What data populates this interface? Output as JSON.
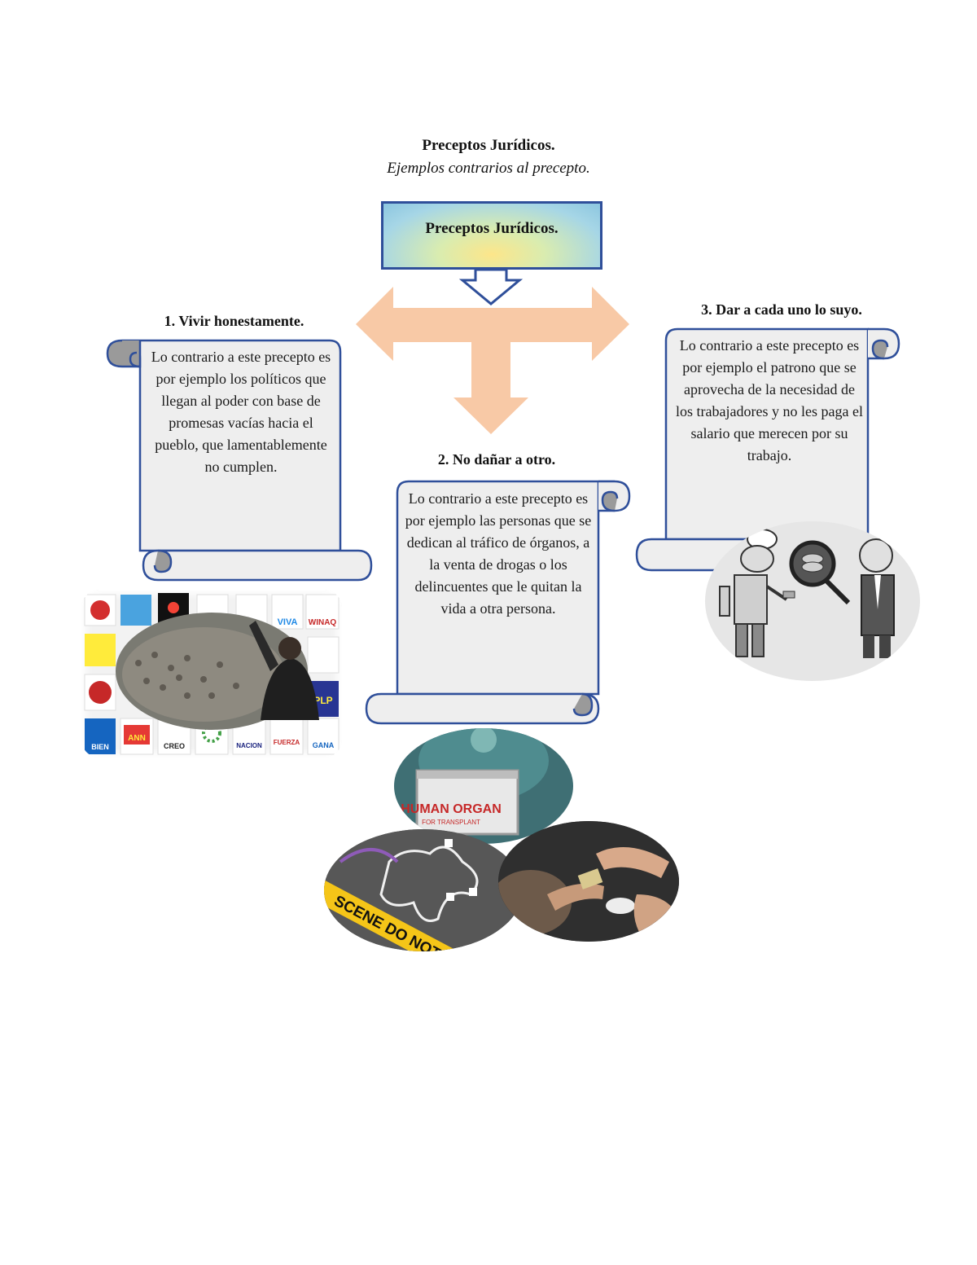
{
  "title": "Preceptos Jurídicos.",
  "subtitle": "Ejemplos contrarios al precepto.",
  "center_box": "Preceptos Jurídicos.",
  "precepts": [
    {
      "heading": "1. Vivir honestamente.",
      "text": "Lo contrario a este precepto es por ejemplo los políticos que llegan al poder con base de promesas vacías hacia el pueblo, que lamentablemente no cumplen."
    },
    {
      "heading": "2. No dañar a otro.",
      "text": "Lo contrario a este precepto es por ejemplo las personas que se dedican al tráfico de órganos, a la venta de drogas o los delincuentes que le quitan la vida a otra persona."
    },
    {
      "heading": "3. Dar a cada uno lo suyo.",
      "text": "Lo contrario a este precepto es por ejemplo el patrono que se aprovecha de la necesidad de los trabajadores y no les paga el salario que merecen por su trabajo."
    }
  ],
  "photo_labels": {
    "parties": [
      "VIVA",
      "WINAQ",
      "PLP",
      "ANN",
      "CREO",
      "NACION",
      "FUERZA",
      "GANA",
      "BIEN"
    ],
    "organ_box": "HUMAN ORGAN",
    "organ_box_small": "FOR TRANSPLANT",
    "tape": "SCENE DO NOT C"
  },
  "colors": {
    "box_border": "#2f4f9a",
    "arrow": "#f8c9a6",
    "scroll_fill": "#eeeeee",
    "scroll_curl": "#9a9a9a"
  }
}
